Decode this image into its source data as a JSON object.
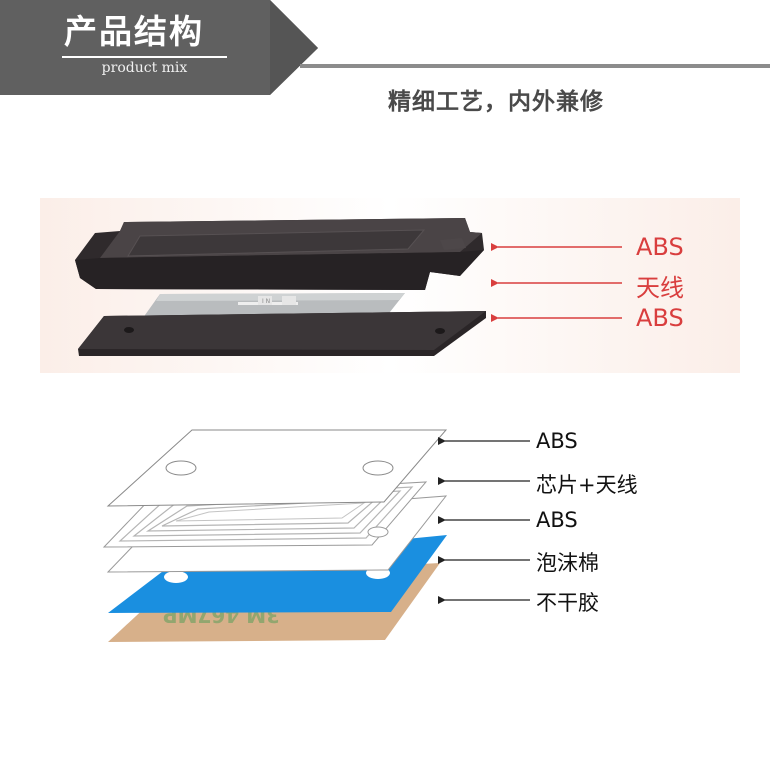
{
  "header": {
    "title": "产品结构",
    "subtitle": "product mix",
    "slogan": "精细工艺，内外兼修"
  },
  "top_assembly": {
    "labels": [
      "ABS",
      "天线",
      "ABS"
    ],
    "label_color": "#d93e3e",
    "antenna_text": "I N"
  },
  "exploded_layers": {
    "labels": [
      "ABS",
      "芯片+天线",
      "ABS",
      "泡沫棉",
      "不干胶"
    ],
    "adhesive_print": "3M 467MP",
    "foam_color": "#1a8fe0",
    "adhesive_color": "#d7b08a"
  },
  "colors": {
    "header_bg": "#606060",
    "header_line": "#8c8c8c",
    "housing": "#3b3638"
  }
}
